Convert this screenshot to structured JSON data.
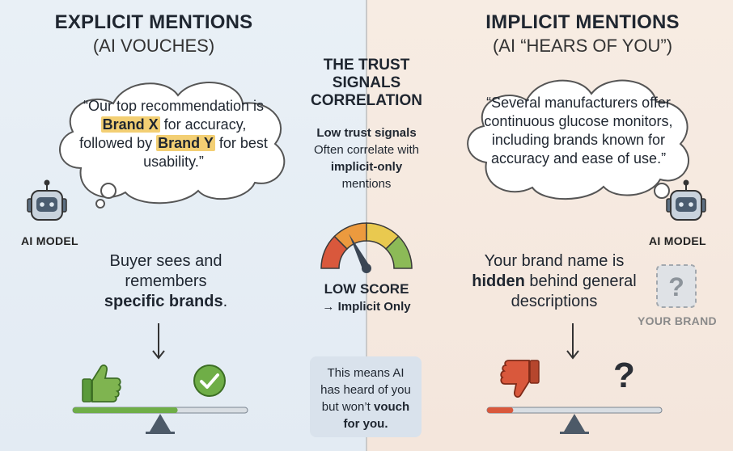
{
  "left": {
    "title": "EXPLICIT MENTIONS",
    "subtitle": "(AI VOUCHES)",
    "quote": {
      "open": "“Our top recommendation is ",
      "brand_x": "Brand X",
      "mid": " for accuracy, followed by ",
      "brand_y": "Brand Y",
      "close": " for best usability.”"
    },
    "model_label": "AI MODEL",
    "body": {
      "line1": "Buyer sees and remembers",
      "bold": "specific brands",
      "end": "."
    },
    "scale_fill": 0.6,
    "icons": [
      "robot-icon",
      "thumbs-up-icon",
      "check-circle-icon",
      "down-arrow-icon",
      "balance-scale-icon"
    ]
  },
  "center": {
    "title": "THE TRUST SIGNALS CORRELATION",
    "bold_line": "Low trust signals",
    "line2": "Often correlate with",
    "bold_phrase": "implicit-only",
    "line3": "mentions",
    "score_title": "LOW SCORE",
    "score_sub": "→ Implicit Only",
    "gauge_level": 0.35,
    "callout": {
      "text": "This means AI has heard of you but won’t",
      "bold": "vouch for you."
    },
    "colors": {
      "red": "#d9583c",
      "orange": "#ec9a3e",
      "yellow": "#e9c94f",
      "green": "#8cba57"
    }
  },
  "right": {
    "title": "IMPLICIT MENTIONS",
    "subtitle": "(AI “HEARS OF YOU”)",
    "quote": "“Several manufacturers offer continuous glucose monitors, including brands known for accuracy and ease of use.”",
    "model_label": "AI MODEL",
    "body": {
      "line1": "Your brand name is",
      "bold": "hidden",
      "line2": "behind general descriptions"
    },
    "brand_placeholder": "YOUR BRAND",
    "scale_fill": 0.15,
    "icons": [
      "robot-icon",
      "thumbs-down-icon",
      "question-mark-icon",
      "down-arrow-icon",
      "balance-scale-icon"
    ]
  }
}
